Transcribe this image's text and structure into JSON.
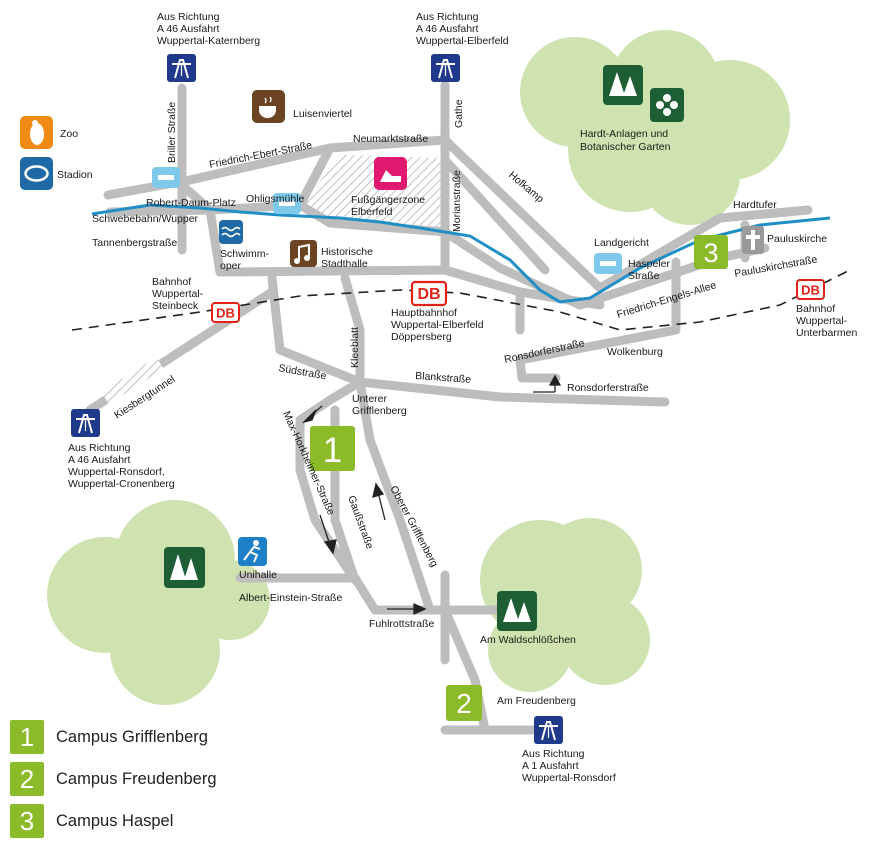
{
  "directions": [
    {
      "lines": [
        "Aus Richtung",
        "A 46 Ausfahrt",
        "Wuppertal-Katernberg"
      ]
    },
    {
      "lines": [
        "Aus Richtung",
        "A 46 Ausfahrt",
        "Wuppertal-Elberfeld"
      ]
    },
    {
      "lines": [
        "Aus Richtung",
        "A 46 Ausfahrt",
        "Wuppertal-Ronsdorf,",
        "Wuppertal-Cronenberg"
      ]
    },
    {
      "lines": [
        "Aus Richtung",
        "A 1 Ausfahrt",
        "Wuppertal-Ronsdorf"
      ]
    }
  ],
  "poi": {
    "zoo": "Zoo",
    "stadion": "Stadion",
    "luisenviertel": "Luisenviertel",
    "fussgaengerzone": [
      "Fußgängerzone",
      "Elberfeld"
    ],
    "schwimmoper": [
      "Schwimm-",
      "oper"
    ],
    "historische_stadthalle": [
      "Historische",
      "Stadthalle"
    ],
    "hardt": [
      "Hardt-Anlagen und",
      "Botanischer Garten"
    ],
    "unihalle": "Unihalle",
    "waldschloesschen": "Am Waldschlößchen",
    "pauluskirche": "Pauluskirche"
  },
  "stations": {
    "robert_daum": "Robert-Daum-Platz",
    "ohligsmuehle": "Ohligsmühle",
    "landgericht": "Landgericht",
    "haspeler": [
      "Haspeler",
      "Straße"
    ],
    "steinbeck": [
      "Bahnhof",
      "Wuppertal-",
      "Steinbeck"
    ],
    "hauptbahnhof": [
      "Hauptbahnhof",
      "Wuppertal-Elberfeld",
      "Döppersberg"
    ],
    "unterbarmen": [
      "Bahnhof",
      "Wuppertal-",
      "Unterbarmen"
    ],
    "db": "DB"
  },
  "streets": {
    "briller": "Briller Straße",
    "gathe": "Gathe",
    "neumarkt": "Neumarktstraße",
    "friedrich_ebert": "Friedrich-Ebert-Straße",
    "schwebebahn": "Schwebebahn/Wupper",
    "tannenberg": "Tannenbergstraße",
    "morianstrasse": "Morianstraße",
    "hofkamp": "Hofkamp",
    "hardtufer": "Hardtufer",
    "paulus": "Pauluskirchstraße",
    "friedrich_engels": "Friedrich-Engels-Allee",
    "ronsdorfer1": "Ronsdorferstraße",
    "ronsdorfer2": "Ronsdorferstraße",
    "wolkenburg": "Wolkenburg",
    "blank": "Blankstraße",
    "sued": "Südstraße",
    "kleeblatt": "Kleeblatt",
    "unterer_griffl": [
      "Unterer",
      "Grifflenberg"
    ],
    "kiesberg": "Kiesbergtunnel",
    "max_horkheimer": "Max-Horkheimer-Straße",
    "gauss": "Gaußstraße",
    "oberer_griffl": "Oberer Grifflenberg",
    "albert_einstein": "Albert-Einstein-Straße",
    "fuhlrott": "Fuhlrottstraße",
    "am_freudenberg": "Am Freudenberg"
  },
  "campus_markers": [
    "1",
    "2",
    "3"
  ],
  "legend": [
    {
      "num": "1",
      "label": "Campus Grifflenberg"
    },
    {
      "num": "2",
      "label": "Campus Freudenberg"
    },
    {
      "num": "3",
      "label": "Campus Haspel"
    }
  ],
  "colors": {
    "road": "#bdbdbd",
    "river": "#1f8fc6",
    "park": "#cfe3b0",
    "forest_icon": "#1d5e34",
    "campus": "#8cbb2a",
    "db_red": "#e2231a",
    "autobahn": "#1f3a8a",
    "zoo": "#ef8b16",
    "stadion": "#1f6aa6",
    "cafe": "#6b4423",
    "shoe": "#e0186f",
    "unihalle": "#1c7fc7"
  }
}
